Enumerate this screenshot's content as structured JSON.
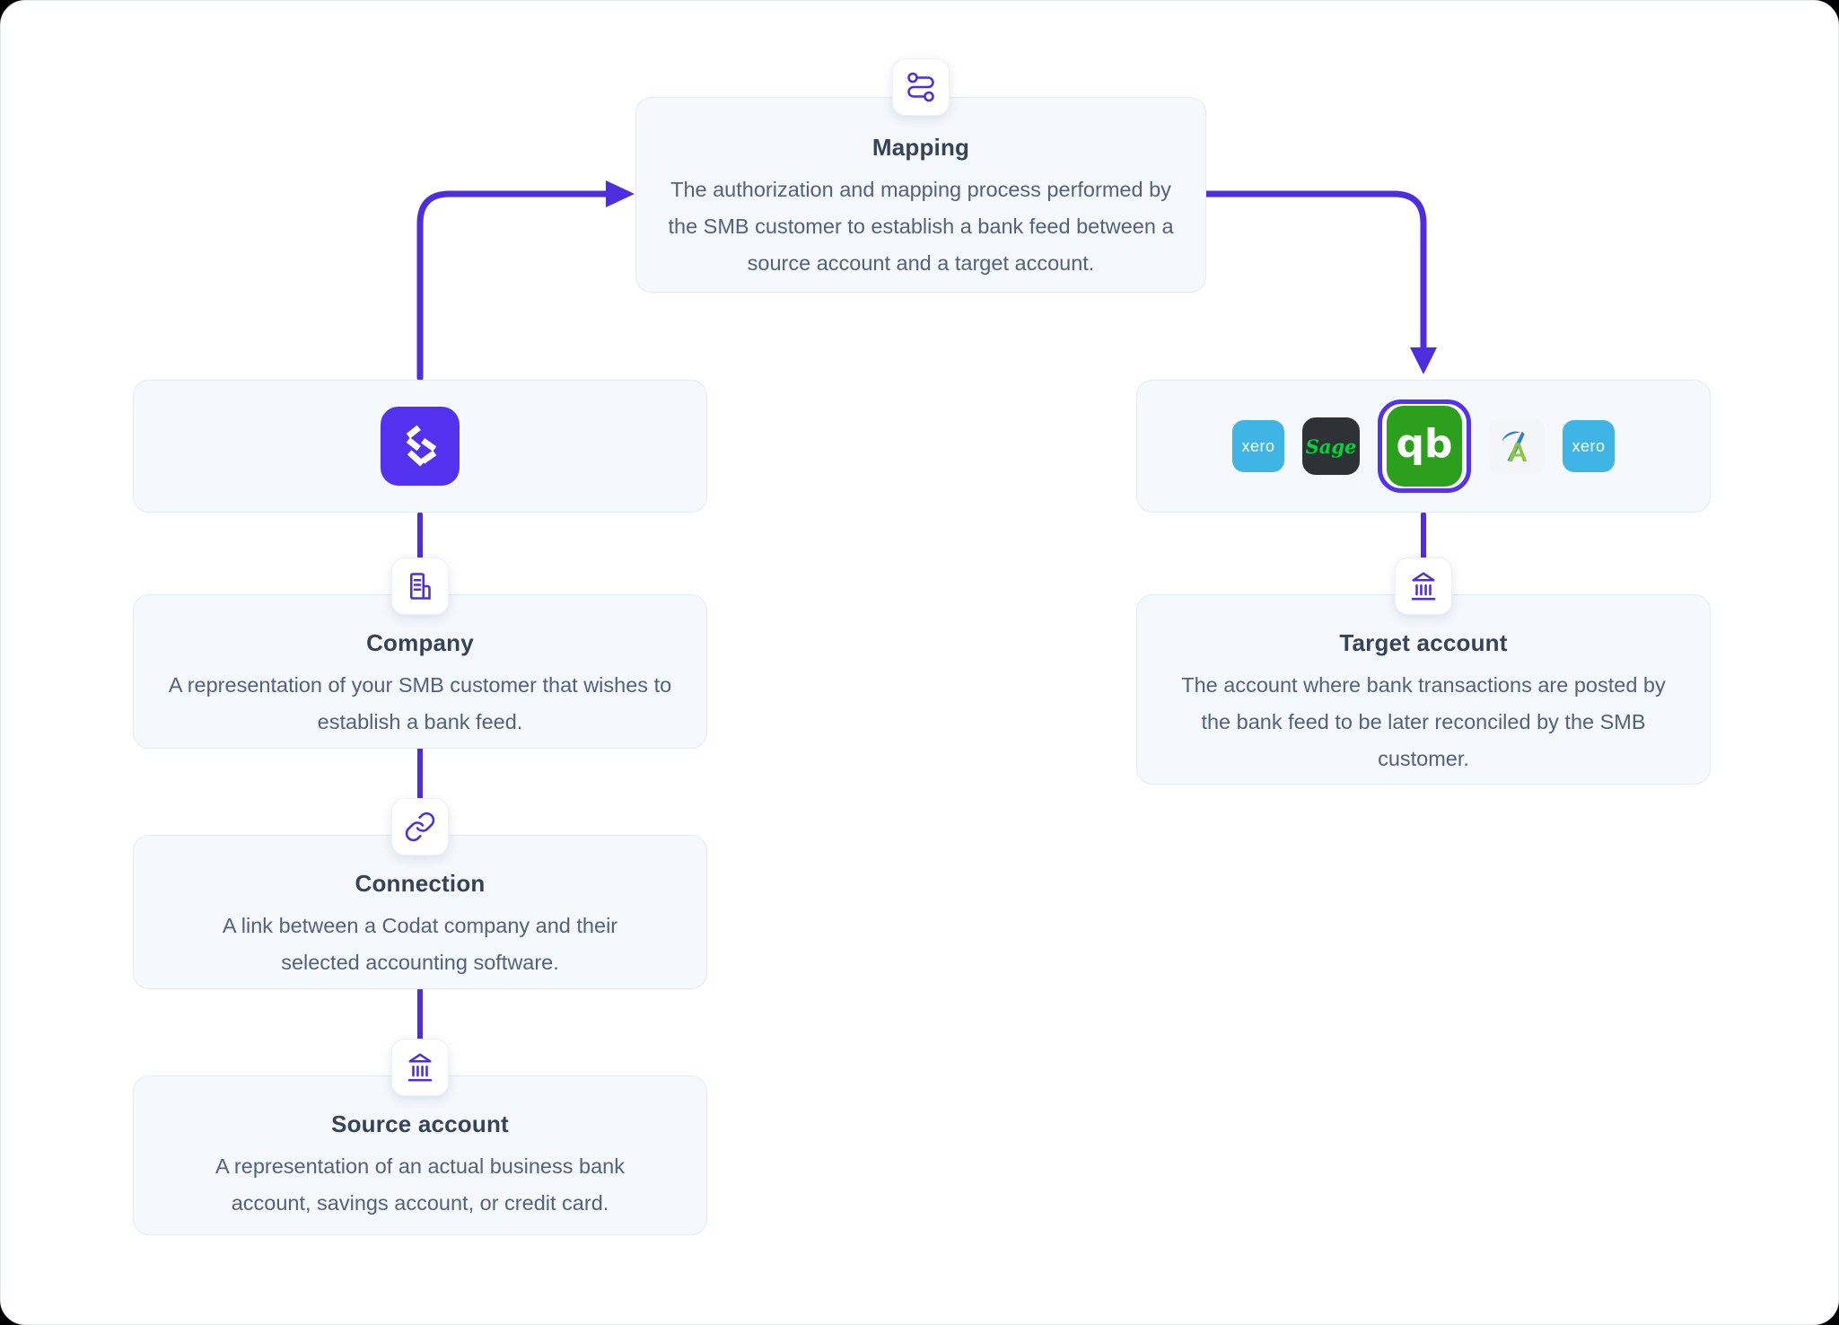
{
  "diagram": {
    "accent_purple": "#4c2de0",
    "card_bg": "#f5f8fc",
    "title_color": "#364257",
    "body_color": "#52617d"
  },
  "cards": {
    "mapping": {
      "icon": "route-icon",
      "title": "Mapping",
      "body": "The authorization and mapping process performed by the SMB customer to establish a bank feed between a source account and a target account."
    },
    "company": {
      "icon": "building-icon",
      "title": "Company",
      "body": "A representation of your SMB customer that wishes to establish a bank feed."
    },
    "connection": {
      "icon": "link-icon",
      "title": "Connection",
      "body": "A link between a Codat company and their selected accounting software."
    },
    "source_account": {
      "icon": "bank-icon",
      "title": "Source account",
      "body": "A representation of an actual business bank account, savings account, or credit card."
    },
    "target_account": {
      "icon": "bank-icon",
      "title": "Target account",
      "body": "The account where bank transactions are posted by the bank feed to be later reconciled by the SMB customer."
    }
  },
  "codat": {
    "logo": "codat-logo",
    "tile_color": "#5232ef"
  },
  "integrations": {
    "xero_1": {
      "name": "Xero",
      "label": "xero",
      "bg": "#3eb5e5"
    },
    "sage": {
      "name": "Sage",
      "label": "Sage",
      "bg": "#2e3237",
      "text_color": "#00d639"
    },
    "quickbooks": {
      "name": "QuickBooks",
      "label": "qb",
      "bg": "#2ca01c",
      "selected": true,
      "ring_color": "#5433ee"
    },
    "freeagent": {
      "name": "FreeAgent",
      "bg": "#f3f5f8",
      "green": "#8dc63f",
      "blue": "#2c80c5"
    },
    "xero_2": {
      "name": "Xero",
      "label": "xero",
      "bg": "#3eb5e5"
    }
  }
}
